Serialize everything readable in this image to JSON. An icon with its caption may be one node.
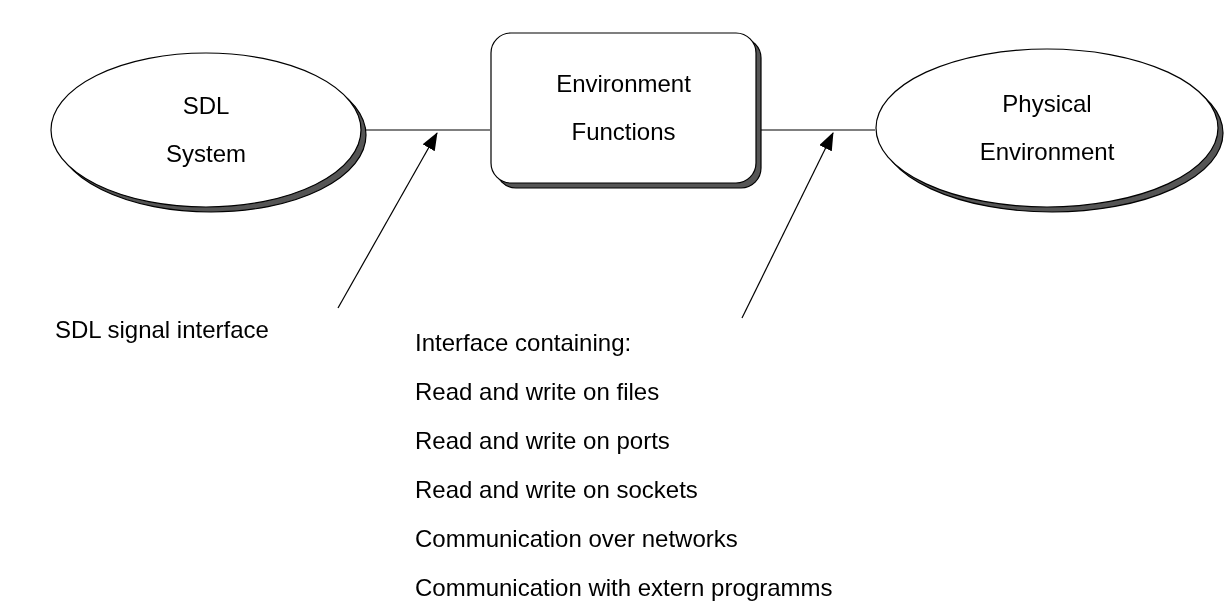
{
  "diagram": {
    "nodes": [
      {
        "text": [
          "SDL System"
        ]
      },
      {
        "text": [
          "Environment Functions"
        ]
      },
      {
        "text": [
          "Physical Environment"
        ]
      },
      {
        "text": [
          "SDL signal interface"
        ]
      },
      {
        "text": [
          "Interface containing:",
          "Read and write on files",
          "Read and write on ports",
          "Read and write on sockets",
          "Communication over networks",
          "Communication with extern programms"
        ]
      }
    ],
    "edges": [
      {
        "from": 0,
        "to": 1,
        "arrow": "none"
      },
      {
        "from": 1,
        "to": 2,
        "arrow": "none"
      },
      {
        "from": 3,
        "to": null,
        "arrow": "to"
      },
      {
        "from": 4,
        "to": null,
        "arrow": "to"
      }
    ]
  }
}
